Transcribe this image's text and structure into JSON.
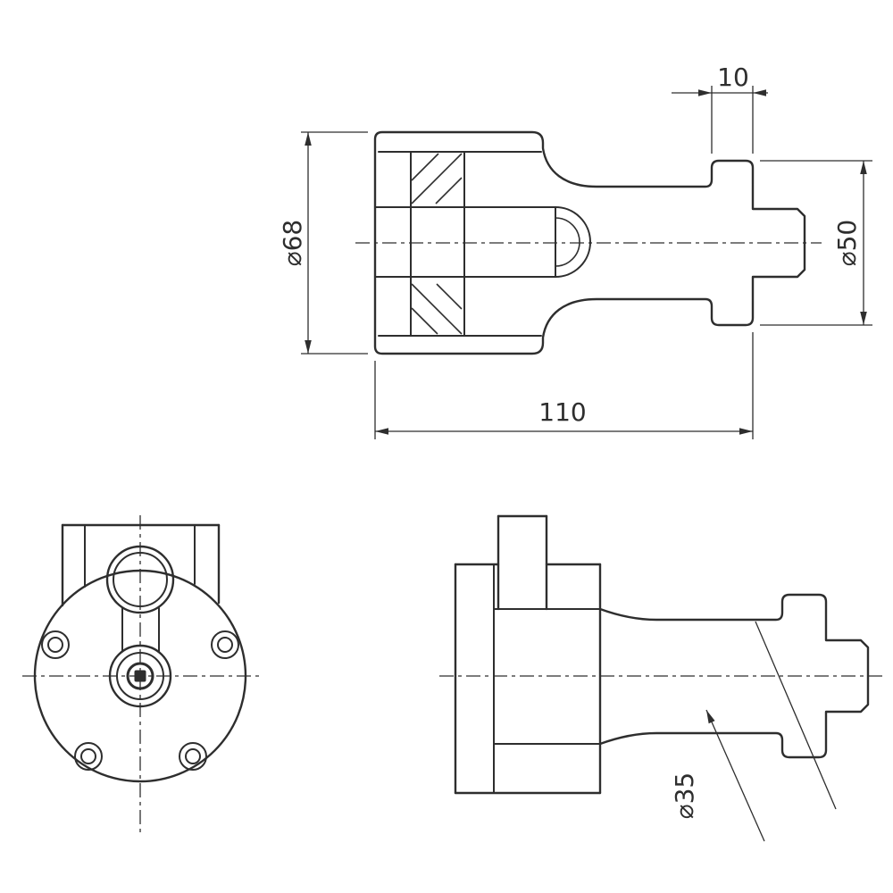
{
  "drawing": {
    "background": "#ffffff",
    "line_color": "#2e2e2e",
    "dimensions": {
      "flange_width": "10",
      "shaft_diameter": "⌀50",
      "body_diameter": "⌀68",
      "overall_length": "110",
      "neck_diameter": "⌀35"
    }
  }
}
